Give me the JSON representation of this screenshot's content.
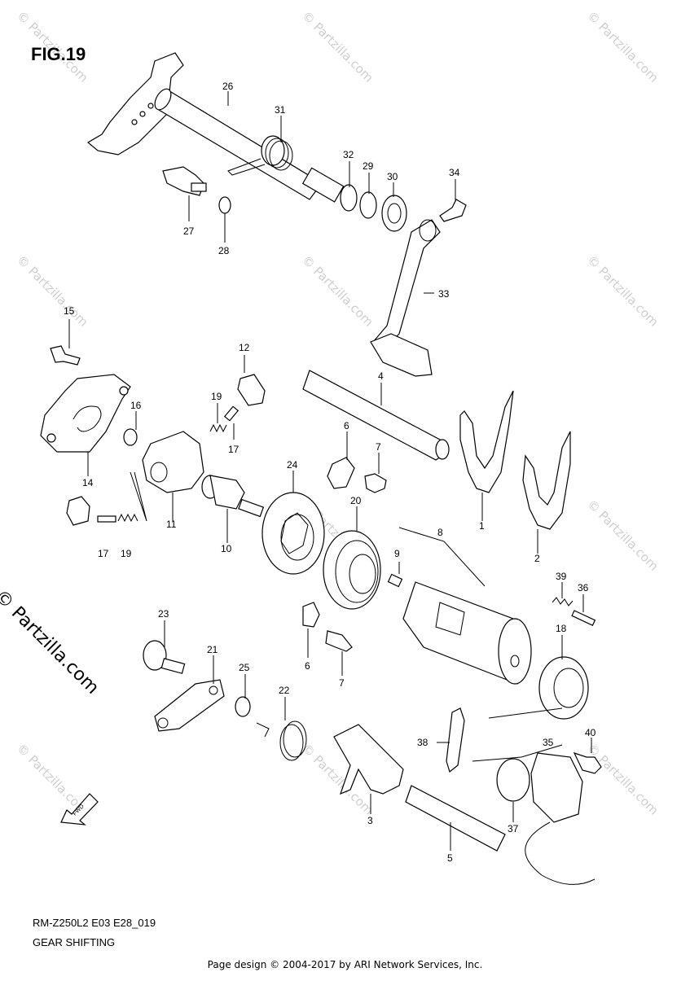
{
  "figure": {
    "label": "FIG.19",
    "model_code": "RM-Z250L2 E03 E28_019",
    "title": "GEAR SHIFTING",
    "footer": "Page design © 2004-2017 by ARI Network Services, Inc."
  },
  "watermark": {
    "text": "© Partzilla.com",
    "side_text": "© Partzilla.com"
  },
  "callouts": [
    "26",
    "31",
    "32",
    "29",
    "30",
    "34",
    "27",
    "28",
    "33",
    "15",
    "12",
    "4",
    "19",
    "16",
    "17",
    "6",
    "7",
    "24",
    "14",
    "11",
    "10",
    "20",
    "8",
    "9",
    "1",
    "2",
    "17",
    "19",
    "39",
    "36",
    "23",
    "21",
    "25",
    "22",
    "18",
    "6",
    "7",
    "38",
    "35",
    "40",
    "3",
    "37",
    "5"
  ],
  "fwd_label": "FWD"
}
